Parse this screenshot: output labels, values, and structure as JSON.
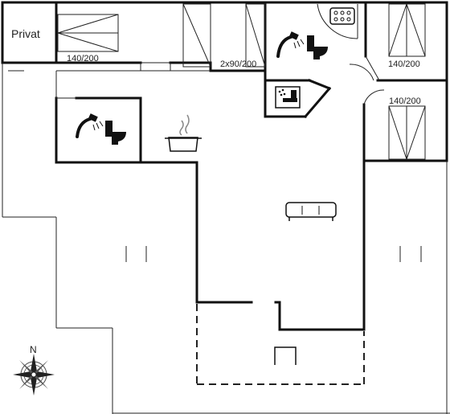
{
  "rooms": {
    "private_label": "Privat"
  },
  "beds": [
    {
      "id": "bed-top-left",
      "label": "140/200"
    },
    {
      "id": "bed-twin",
      "label": "2x90/200"
    },
    {
      "id": "bed-top-right",
      "label": "140/200"
    },
    {
      "id": "bed-right",
      "label": "140/200"
    }
  ],
  "compass": {
    "north_label": "N"
  },
  "icons": [
    "shower-icon",
    "toilet-icon",
    "cooking-pot-icon",
    "sofa-icon",
    "sauna-icon",
    "whirlpool-icon",
    "compass-icon"
  ]
}
